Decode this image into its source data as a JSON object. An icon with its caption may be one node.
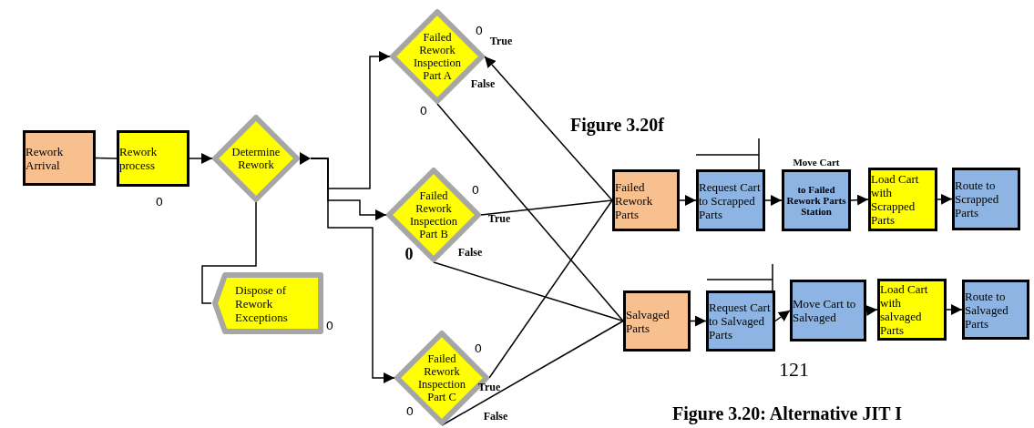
{
  "diagram": {
    "nodes": [
      {
        "text": [
          "Rework Arrival"
        ]
      },
      {
        "text": [
          "Rework process"
        ],
        "beside": [
          "0"
        ]
      },
      {
        "text": [
          "Determine Rework"
        ]
      },
      {
        "text": [
          "Dispose of Rework Exceptions"
        ],
        "beside": [
          "0"
        ]
      },
      {
        "text": [
          "Failed Rework Inspection Part A"
        ],
        "beside": [
          "0",
          "True",
          "False",
          "0"
        ]
      },
      {
        "text": [
          "Failed Rework Inspection Part B"
        ],
        "beside": [
          "0",
          "True",
          "False",
          "0"
        ]
      },
      {
        "text": [
          "Failed Rework Inspection Part C"
        ],
        "beside": [
          "0",
          "True",
          "False",
          "0"
        ]
      },
      {
        "text": [
          "Failed Rework Parts"
        ]
      },
      {
        "text": [
          "Request Cart to Scrapped Parts"
        ]
      },
      {
        "text": [
          "Move Cart",
          "to Failed Rework Parts Station"
        ]
      },
      {
        "text": [
          "Load Cart with Scrapped Parts"
        ]
      },
      {
        "text": [
          "Route to Scrapped Parts"
        ]
      },
      {
        "text": [
          "Salvaged Parts"
        ]
      },
      {
        "text": [
          "Request Cart to Salvaged Parts"
        ]
      },
      {
        "text": [
          "Move Cart to Salvaged"
        ]
      },
      {
        "text": [
          "Load Cart with salvaged Parts"
        ]
      },
      {
        "text": [
          "Route to Salvaged Parts"
        ]
      }
    ],
    "edges": [
      {
        "from": 0,
        "to": 1,
        "arrow": "none"
      },
      {
        "from": 1,
        "to": 2,
        "arrow": "to"
      },
      {
        "from": 2,
        "to": 3,
        "arrow": "none"
      },
      {
        "from": 2,
        "to": 4,
        "arrow": "to"
      },
      {
        "from": 2,
        "to": 5,
        "arrow": "to"
      },
      {
        "from": 2,
        "to": 6,
        "arrow": "to"
      },
      {
        "from": 7,
        "to": 4,
        "arrow": "to"
      },
      {
        "from": 4,
        "to": 12,
        "arrow": "none"
      },
      {
        "from": 5,
        "to": 7,
        "arrow": "none"
      },
      {
        "from": 5,
        "to": 12,
        "arrow": "none"
      },
      {
        "from": 6,
        "to": 7,
        "arrow": "none"
      },
      {
        "from": 6,
        "to": 12,
        "arrow": "none"
      },
      {
        "from": 7,
        "to": 8,
        "arrow": "to"
      },
      {
        "from": 8,
        "to": 9,
        "arrow": "to"
      },
      {
        "from": 9,
        "to": 10,
        "arrow": "to"
      },
      {
        "from": 10,
        "to": 11,
        "arrow": "to"
      },
      {
        "from": 12,
        "to": 13,
        "arrow": "to"
      },
      {
        "from": 13,
        "to": 14,
        "arrow": "to"
      },
      {
        "from": 14,
        "to": 15,
        "arrow": "to"
      },
      {
        "from": 15,
        "to": 16,
        "arrow": "to"
      }
    ],
    "labels": [
      "Figure 3.20f",
      "121",
      "Figure 3.20: Alternative JIT I"
    ]
  }
}
